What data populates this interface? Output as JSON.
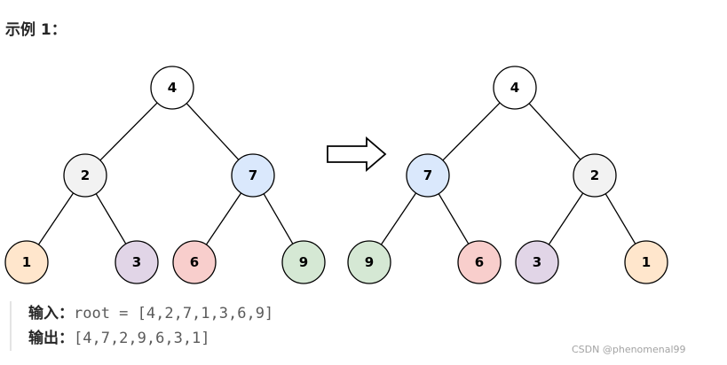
{
  "heading": "示例 1：",
  "input_tree": {
    "nodes": [
      {
        "id": "a4",
        "label": "4",
        "fill": "#ffffff"
      },
      {
        "id": "a2",
        "label": "2",
        "fill": "#f2f2f2"
      },
      {
        "id": "a7",
        "label": "7",
        "fill": "#dae8fc"
      },
      {
        "id": "a1",
        "label": "1",
        "fill": "#ffe6cc"
      },
      {
        "id": "a3",
        "label": "3",
        "fill": "#e1d5e7"
      },
      {
        "id": "a6",
        "label": "6",
        "fill": "#f8cecc"
      },
      {
        "id": "a9",
        "label": "9",
        "fill": "#d5e8d4"
      }
    ],
    "edges": [
      [
        "a4",
        "a2"
      ],
      [
        "a4",
        "a7"
      ],
      [
        "a2",
        "a1"
      ],
      [
        "a2",
        "a3"
      ],
      [
        "a7",
        "a6"
      ],
      [
        "a7",
        "a9"
      ]
    ]
  },
  "output_tree": {
    "nodes": [
      {
        "id": "b4",
        "label": "4",
        "fill": "#ffffff"
      },
      {
        "id": "b7",
        "label": "7",
        "fill": "#dae8fc"
      },
      {
        "id": "b2",
        "label": "2",
        "fill": "#f2f2f2"
      },
      {
        "id": "b9",
        "label": "9",
        "fill": "#d5e8d4"
      },
      {
        "id": "b6",
        "label": "6",
        "fill": "#f8cecc"
      },
      {
        "id": "b3",
        "label": "3",
        "fill": "#e1d5e7"
      },
      {
        "id": "b1",
        "label": "1",
        "fill": "#ffe6cc"
      }
    ],
    "edges": [
      [
        "b4",
        "b7"
      ],
      [
        "b4",
        "b2"
      ],
      [
        "b7",
        "b9"
      ],
      [
        "b7",
        "b6"
      ],
      [
        "b2",
        "b3"
      ],
      [
        "b2",
        "b1"
      ]
    ]
  },
  "arrow_icon": "right-arrow-outline",
  "example": {
    "input_label": "输入：",
    "input_value": "root = [4,2,7,1,3,6,9]",
    "output_label": "输出：",
    "output_value": "[4,7,2,9,6,3,1]"
  },
  "watermark": "CSDN @phenomenal99"
}
